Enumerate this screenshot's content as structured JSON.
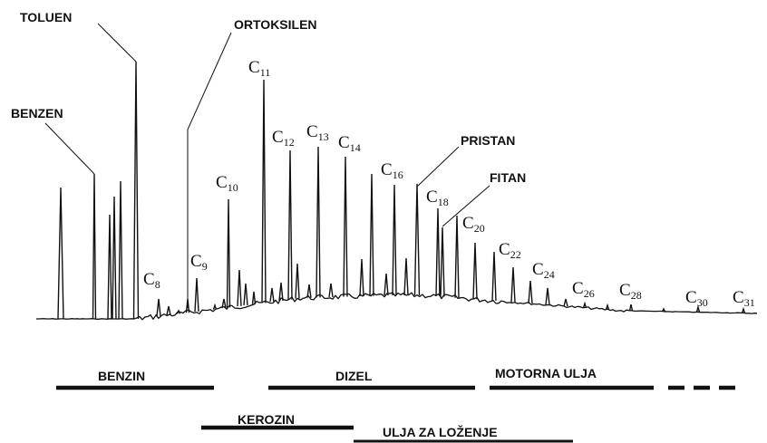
{
  "compound_labels": {
    "benzen": "BENZEN",
    "toluen": "TOLUEN",
    "ortoksilen": "ORTOKSILEN",
    "pristan": "PRISTAN",
    "fitan": "FITAN"
  },
  "carbon_labels": {
    "prefix": "C",
    "numbers": [
      "8",
      "9",
      "10",
      "11",
      "12",
      "13",
      "14",
      "16",
      "18",
      "20",
      "22",
      "24",
      "26",
      "28",
      "30",
      "31"
    ]
  },
  "fuel_ranges": {
    "benzin": "BENZIN",
    "dizel": "DIZEL",
    "motorna_ulja": "MOTORNA ULJA",
    "kerozin": "KEROZIN",
    "ulja_za_lozenje": "ULJA ZA LOŽENJE"
  },
  "colors": {
    "ink": "#111111",
    "background": "#ffffff"
  }
}
